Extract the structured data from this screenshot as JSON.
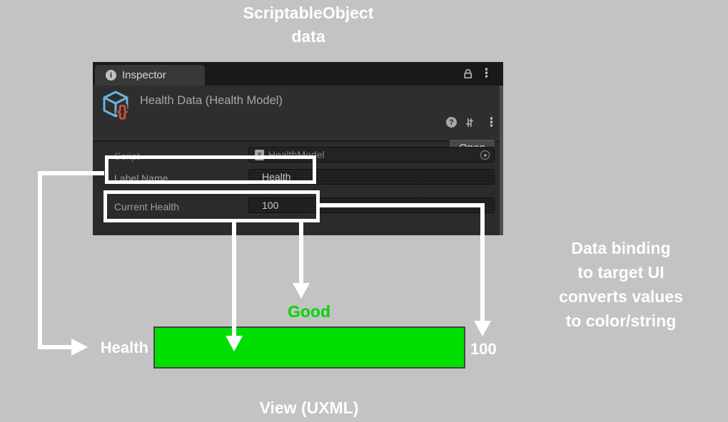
{
  "colors": {
    "page_background": "#c3c3c3",
    "health_bar_green": "#00df00",
    "good_text_green": "#00d600",
    "panel_background": "#2b2b2b",
    "highlight_white": "#ffffff"
  },
  "captions": {
    "top": "ScriptableObject data",
    "bottom": "View (UXML)",
    "side_note_lines": [
      "Data binding",
      "to target UI",
      "converts values",
      "to color/string"
    ]
  },
  "inspector": {
    "tab_label": "Inspector",
    "header": {
      "title": "Health Data (Health Model)",
      "open_button_label": "Open"
    },
    "fields": [
      {
        "label": "Script",
        "value": "HealthModel"
      },
      {
        "label": "Label Name",
        "value": "Health"
      },
      {
        "label": "Current Health",
        "value": "100"
      }
    ]
  },
  "health_bar_view": {
    "name_label": "Health",
    "status_label": "Good",
    "value_label": "100"
  },
  "icons": {
    "info_glyph": "i",
    "help_glyph": "?",
    "kebab_glyph": "⋮",
    "script_glyph": "#",
    "braces_glyph": "{}"
  }
}
